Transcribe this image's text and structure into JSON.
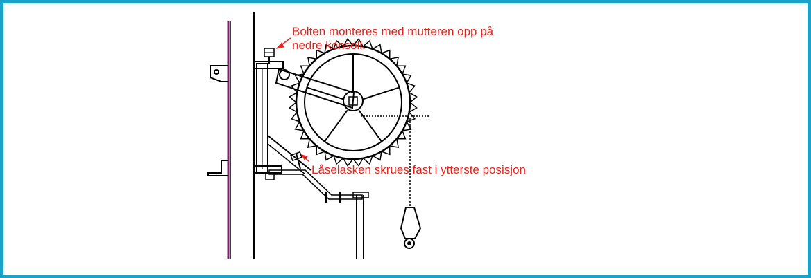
{
  "annotations": {
    "bolt_note": {
      "line1": "Bolten monteres med mutteren opp på",
      "line2": "nedre konsoll."
    },
    "lock_note": "Låselasken skrues fast i ytterste posisjon"
  },
  "colors": {
    "frame_border": "#1aa3c8",
    "annotation_text": "#e8231c",
    "drawing_line": "#000000",
    "wall_edge": "#7a1f6e"
  }
}
